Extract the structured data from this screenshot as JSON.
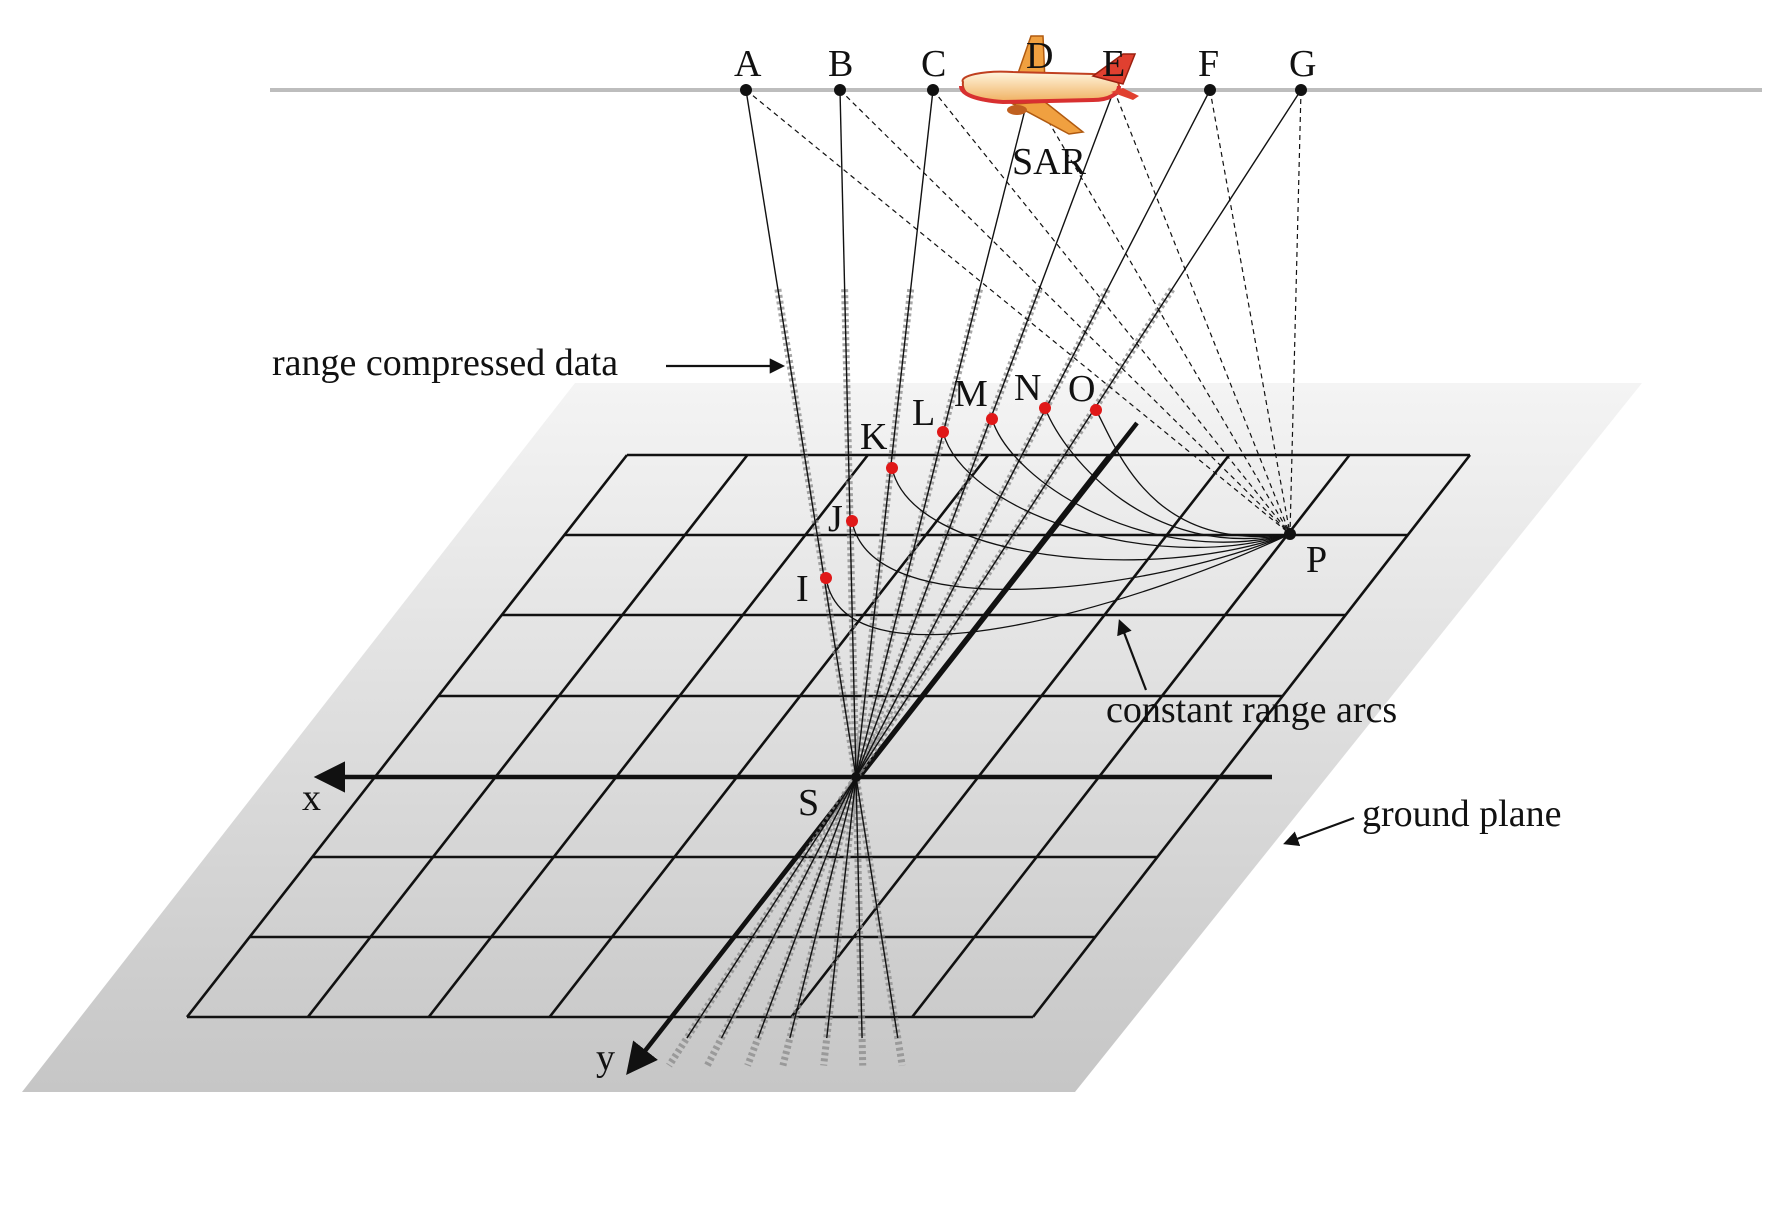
{
  "track_points": [
    "A",
    "B",
    "C",
    "D",
    "E",
    "F",
    "G"
  ],
  "sensor_label": "SAR",
  "ground_points": [
    "I",
    "J",
    "K",
    "L",
    "M",
    "N",
    "O"
  ],
  "target_label": "P",
  "scene_center_label": "S",
  "axes": {
    "x": "x",
    "y": "y"
  },
  "annotations": {
    "range_compressed": "range compressed data",
    "constant_range": "constant range arcs",
    "ground_plane": "ground plane"
  },
  "colors": {
    "ground_point": "#e01818",
    "plane_top": "#f4f4f4",
    "plane_bottom": "#c6c6c6",
    "track_line": "#bdbdbd"
  }
}
